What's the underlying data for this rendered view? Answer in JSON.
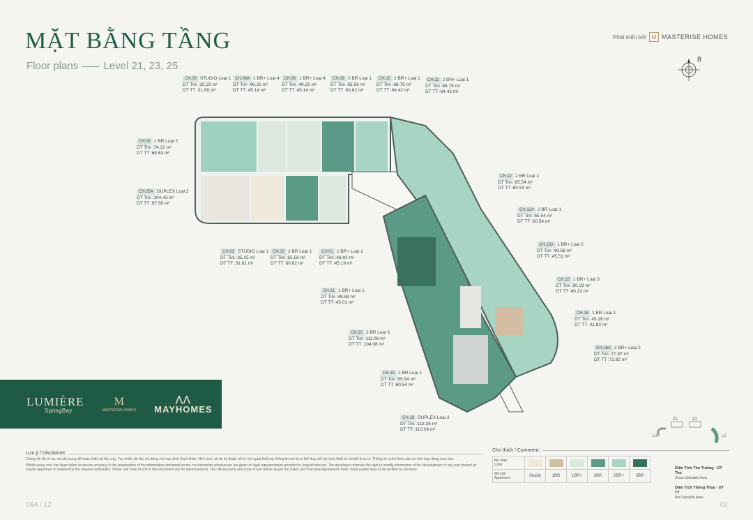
{
  "header": {
    "title": "MẶT BẰNG TẦNG",
    "subtitle_label": "Floor plans",
    "subtitle_levels": "Level 21, 23, 25",
    "developer_prefix": "Phát triển bởi",
    "developer_name": "MASTERISE HOMES",
    "compass_letter": "B"
  },
  "units": [
    {
      "code": "CH.06",
      "type": "STUDIO",
      "loai": "Loại 1",
      "dt_tim": "DT Tim :35.25 m²",
      "dt_tt": "DT TT :31.99 m²"
    },
    {
      "code": "CH.08A",
      "type": "1 BR+",
      "loai": "Loại 4",
      "dt_tim": "DT Tim :49.25 m²",
      "dt_tt": "DT TT :45.14 m²"
    },
    {
      "code": "CH.08",
      "type": "1 BR+",
      "loai": "Loại 4",
      "dt_tim": "DT Tim :49.25 m²",
      "dt_tt": "DT TT :45.14 m²"
    },
    {
      "code": "CH.09",
      "type": "2 BR",
      "loai": "Loại 1",
      "dt_tim": "DT Tim :65.56 m²",
      "dt_tt": "DT TT :60.82 m²"
    },
    {
      "code": "CH.10",
      "type": "2 BR+",
      "loai": "Loại 1",
      "dt_tim": "DT Tim :68.75 m²",
      "dt_tt": "DT TT :64.42 m²"
    },
    {
      "code": "CH.11",
      "type": "2 BR+",
      "loai": "Loại 1",
      "dt_tim": "DT Tim :68.75 m²",
      "dt_tt": "DT TT :64.42 m²"
    },
    {
      "code": "CH.05",
      "type": "2 BR",
      "loai": "Loại 2",
      "dt_tim": "DT Tim :74.22 m²",
      "dt_tt": "DT TT :68.63 m²"
    },
    {
      "code": "CH.05A",
      "type": "DUPLEX",
      "loai": "Loại 2",
      "dt_tim": "DT Tim :104.43 m²",
      "dt_tt": "DT TT :97.58 m²"
    },
    {
      "code": "CH.12",
      "type": "2 BR",
      "loai": "Loại 1",
      "dt_tim": "DT Tim :65.54 m²",
      "dt_tt": "DT TT :60.54 m²"
    },
    {
      "code": "CH.12A",
      "type": "2 BR",
      "loai": "Loại 1",
      "dt_tim": "DT Tim :65.54 m²",
      "dt_tt": "DT TT :60.54 m²"
    },
    {
      "code": "CH.15A",
      "type": "1 BR+",
      "loai": "Loại 2",
      "dt_tim": "DT Tim :49.58 m²",
      "dt_tt": "DT TT :45.51 m²"
    },
    {
      "code": "CH.03",
      "type": "STUDIO",
      "loai": "Loại 1",
      "dt_tim": "DT Tim :35.25 m²",
      "dt_tt": "DT TT :31.81 m²"
    },
    {
      "code": "CH.02",
      "type": "2 BR",
      "loai": "Loại 1",
      "dt_tim": "DT Tim :65.56 m²",
      "dt_tt": "DT TT :60.82 m²"
    },
    {
      "code": "CH.01",
      "type": "1 BR+",
      "loai": "Loại 1",
      "dt_tim": "DT Tim :48.92 m²",
      "dt_tt": "DT TT :45.19 m²"
    },
    {
      "code": "CH.15",
      "type": "1 BR+",
      "loai": "Loại 3",
      "dt_tim": "DT Tim :50.29 m²",
      "dt_tt": "DT TT :46.13 m²"
    },
    {
      "code": "CH.21",
      "type": "1 BR+",
      "loai": "Loại 1",
      "dt_tim": "DT Tim :48.88 m²",
      "dt_tt": "DT TT :45.01 m²"
    },
    {
      "code": "CH.16",
      "type": "1 BR",
      "loai": "Loại 1",
      "dt_tim": "DT Tim :45.28 m²",
      "dt_tt": "DT TT :41.82 m²"
    },
    {
      "code": "CH.20",
      "type": "3 BR",
      "loai": "Loại 3",
      "dt_tim": "DT Tim :111.06 m²",
      "dt_tt": "DT TT :104.08 m²"
    },
    {
      "code": "CH.16A",
      "type": "2 BR+",
      "loai": "Loại 2",
      "dt_tim": "DT Tim :77.97 m²",
      "dt_tt": "DT TT :72.82 m²"
    },
    {
      "code": "CH.19",
      "type": "2 BR",
      "loai": "Loại 1",
      "dt_tim": "DT Tim :65.54 m²",
      "dt_tt": "DT TT :60.54 m²"
    },
    {
      "code": "CH.18",
      "type": "DUPLEX",
      "loai": "Loại 2",
      "dt_tim": "DT Tim :118.36 m²",
      "dt_tt": "DT TT :110.08 m²"
    }
  ],
  "banner": {
    "lumiere": "LUMIÈRE",
    "springbay": "SpringBay",
    "mh_label": "MASTERISE HOMES",
    "mayhomes": "MAYHOMES"
  },
  "disclaimer": {
    "heading": "Lưu ý / Disclaimer:",
    "vi": "Chúng tôi đã nỗ lực và cẩn trọng để hoàn thiện tài liệu này. Tuy nhiên tài liệu chỉ dùng với mục đích tham khảo. Hình ảnh, số đo kỹ thuật, bố trí nội ngoại thất hay thông tin mô tả có thể thay đổi tùy theo thiết kế chi tiết thực tế. Thông tin chính thức căn cứ trên hợp đồng mua bán.",
    "en": "Whilst every care has been taken to ensure accuracy in the preparation of the information contained herein, no warranties whatsoever are given or legal representation provided in respect thereon. The developer reserves the right to modify information of the development or any part thereof as maybe approved or required by the relevant authorities. Name and code of unit in this document are for advertisement. The official name and code of unit will be as per the Sales and Purchase Agreement. Note: Final usable area to be verified by surveyor."
  },
  "legend": {
    "heading": "Chú thích / Comment:",
    "color_label": "Mã màu",
    "color_sub": "Color",
    "type_label": "Mã căn",
    "type_sub": "Apartment",
    "items": [
      {
        "name": "Studio",
        "color": "#efe9dc"
      },
      {
        "name": "1BR",
        "color": "#d3bea3"
      },
      {
        "name": "1BR+",
        "color": "#dce8de"
      },
      {
        "name": "2BR",
        "color": "#5a9a86"
      },
      {
        "name": "2BR+",
        "color": "#a8d4c4"
      },
      {
        "name": "3BR",
        "color": "#3a7060"
      }
    ],
    "area1_title": "Diện Tích Tim Tường - DT Tim",
    "area1_sub": "Gross Saleable Area",
    "area2_title": "Diện Tích Thông Thủy - DT TT",
    "area2_sub": "Net Saleable Area"
  },
  "keymap_labels": [
    "Z1",
    "Z2",
    "L1",
    "L2"
  ],
  "footer": {
    "left": "06A / 12",
    "page": "02"
  }
}
